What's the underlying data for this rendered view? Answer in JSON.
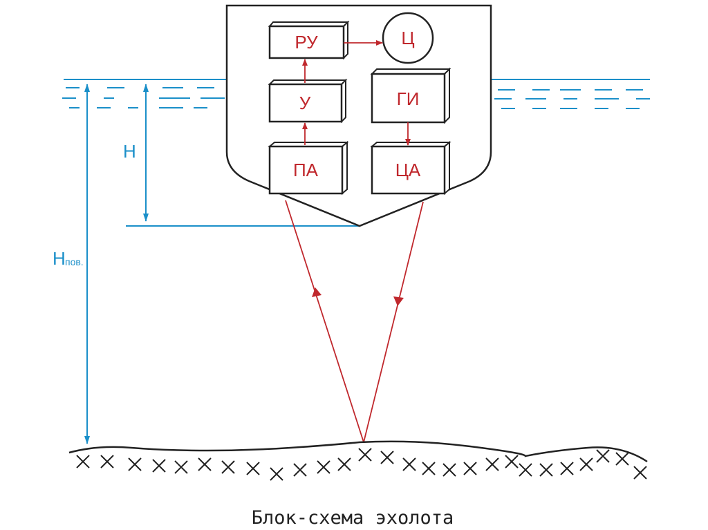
{
  "diagram": {
    "caption": "Блок-схема эхолота",
    "blocks": {
      "ru": "РУ",
      "c": "Ц",
      "u": "У",
      "gi": "ГИ",
      "pa": "ПА",
      "ca": "ЦА"
    },
    "labels": {
      "h": "Н",
      "h_pov_main": "Н",
      "h_pov_sub": "пов."
    }
  },
  "colors": {
    "water": "#1a8fc9",
    "signal": "#c0282d",
    "outline": "#222222"
  }
}
